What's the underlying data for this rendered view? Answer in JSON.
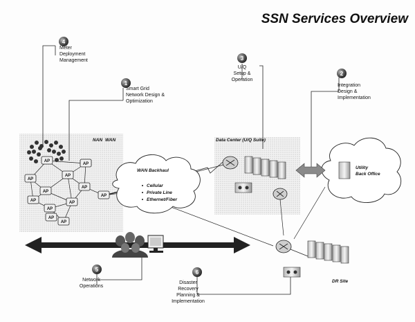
{
  "title": "SSN Services Overview",
  "steps": [
    {
      "number": "1",
      "lines": [
        "Smart Grid",
        "Network Design &",
        "Optimization"
      ]
    },
    {
      "number": "2",
      "lines": [
        "Integration",
        "Design &",
        "Implementation"
      ]
    },
    {
      "number": "3",
      "lines": [
        "U/Q",
        "Setup &",
        "Operation"
      ]
    },
    {
      "number": "4",
      "lines": [
        "Meter",
        "Deployment",
        "Management"
      ]
    },
    {
      "number": "5",
      "lines": [
        "Network",
        "Operations"
      ]
    },
    {
      "number": "6",
      "lines": [
        "Disaster",
        "Recovery",
        "Planning &",
        "Implementation"
      ]
    }
  ],
  "zones": {
    "nan": "NAN",
    "wan": "WAN",
    "data_center": "Data Center (U/Q Suite)",
    "dr_site": "DR Site"
  },
  "wan_cloud": {
    "label": "WAN Backhaul",
    "items": [
      "Cellular",
      "Private Line",
      "Ethernet/Fiber"
    ]
  },
  "utility_cloud": {
    "lines": [
      "Utility",
      "Back Office"
    ]
  },
  "ap_label": "AP",
  "ap_count": 12
}
